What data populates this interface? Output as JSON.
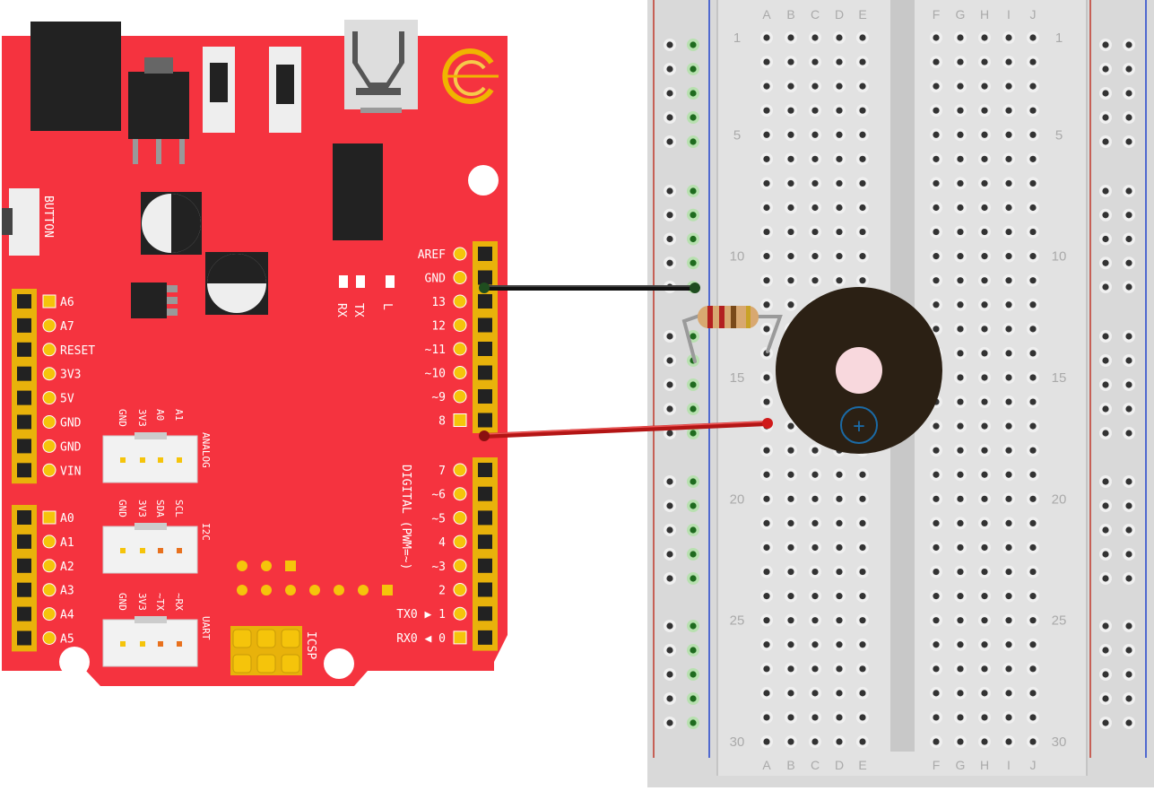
{
  "board": {
    "button_label": "BUTTON",
    "led_labels": {
      "tx": "TX",
      "rx": "RX",
      "l": "L"
    },
    "left_header_top": [
      "A6",
      "A7",
      "RESET",
      "3V3",
      "5V",
      "GND",
      "GND",
      "VIN"
    ],
    "left_header_bottom": [
      "A0",
      "A1",
      "A2",
      "A3",
      "A4",
      "A5"
    ],
    "right_header_top": [
      "AREF",
      "GND",
      "13",
      "12",
      "~11",
      "~10",
      "~9",
      "8"
    ],
    "right_header_bottom": [
      "7",
      "~6",
      "~5",
      "4",
      "~3",
      "2",
      "TX0 ▶ 1",
      "RX0 ◀ 0"
    ],
    "digital_label": "DIGITAL (PWM=~)",
    "connectors": [
      {
        "name": "ANALOG",
        "pins": [
          "GND",
          "3V3",
          "A0",
          "A1"
        ]
      },
      {
        "name": "I2C",
        "pins": [
          "GND",
          "3V3",
          "SDA",
          "SCL"
        ]
      },
      {
        "name": "UART",
        "pins": [
          "GND",
          "3V3",
          "~TX",
          "~RX"
        ]
      }
    ],
    "icsp_label": "ICSP"
  },
  "breadboard": {
    "columns_left": [
      "A",
      "B",
      "C",
      "D",
      "E"
    ],
    "columns_right": [
      "F",
      "G",
      "H",
      "I",
      "J"
    ],
    "row_numbers": [
      "1",
      "5",
      "10",
      "15",
      "20",
      "25",
      "30"
    ]
  },
  "buzzer": {
    "polarity": "+"
  },
  "colors": {
    "board": "#f5333f",
    "header": "#e8b20b",
    "breadboard": "#d9d9d9",
    "rail_red": "#c0392b",
    "rail_blue": "#2244cc",
    "wire_gnd": "#111111",
    "wire_signal": "#b31515",
    "buzzer": "#2b2014",
    "resistor": "#d8a870"
  }
}
